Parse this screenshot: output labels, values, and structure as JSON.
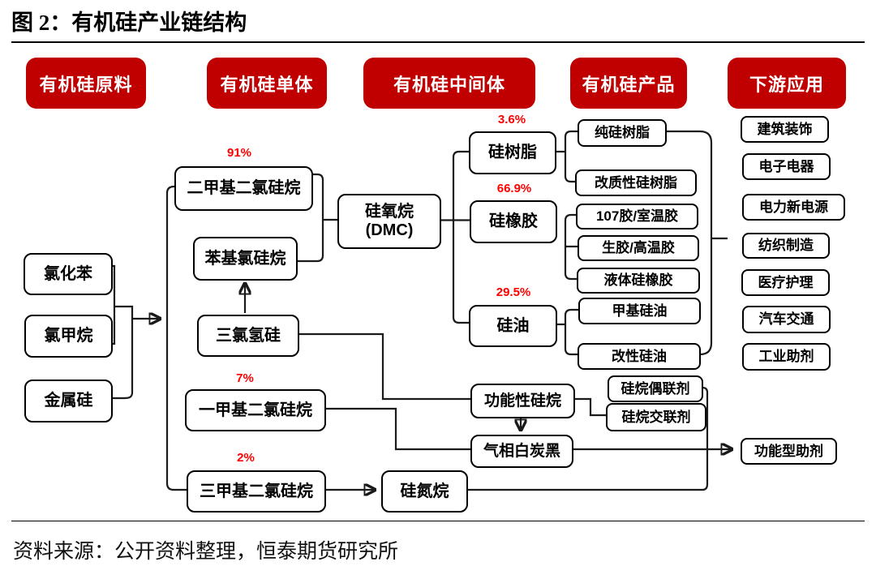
{
  "figure": {
    "title": "图 2：有机硅产业链结构",
    "source": "资料来源：公开资料整理，恒泰期货研究所"
  },
  "colors": {
    "header_bg": "#c00000",
    "percent_text": "#ff0000",
    "node_border": "#000000",
    "node_bg": "#ffffff"
  },
  "headers": [
    {
      "label": "有机硅原料"
    },
    {
      "label": "有机硅单体"
    },
    {
      "label": "有机硅中间体"
    },
    {
      "label": "有机硅产品"
    },
    {
      "label": "下游应用"
    }
  ],
  "nodes": {
    "chlorobenzene": {
      "label": "氯化苯"
    },
    "methyl_chloride": {
      "label": "氯甲烷"
    },
    "silicon_metal": {
      "label": "金属硅"
    },
    "dimethyl_dichlorosilane": {
      "label": "二甲基二氯硅烷",
      "share": "91%"
    },
    "phenyl_chlorosilane": {
      "label": "苯基氯硅烷"
    },
    "trichlorosilane": {
      "label": "三氯氢硅"
    },
    "monomethyl_dichlorosilane": {
      "label": "一甲基二氯硅烷",
      "share": "7%"
    },
    "trimethyl_dichlorosilane": {
      "label": "三甲基二氯硅烷",
      "share": "2%"
    },
    "siloxane_dmc": {
      "label_line1": "硅氧烷",
      "label_line2": "(DMC)"
    },
    "silicone_resin": {
      "label": "硅树脂",
      "share": "3.6%"
    },
    "silicone_rubber": {
      "label": "硅橡胶",
      "share": "66.9%"
    },
    "silicone_oil": {
      "label": "硅油",
      "share": "29.5%"
    },
    "functional_silane": {
      "label": "功能性硅烷"
    },
    "fumed_silica": {
      "label": "气相白炭黑"
    },
    "silazane": {
      "label": "硅氮烷"
    },
    "pure_silicone_resin": {
      "label": "纯硅树脂"
    },
    "modified_silicone_resin": {
      "label": "改质性硅树脂"
    },
    "glue_107_rtv": {
      "label": "107胶/室温胶"
    },
    "raw_gum_htv": {
      "label": "生胶/高温胶"
    },
    "liquid_silicone_rubber": {
      "label": "液体硅橡胶"
    },
    "methyl_silicone_oil": {
      "label": "甲基硅油"
    },
    "modified_silicone_oil": {
      "label": "改性硅油"
    },
    "silane_coupling_agent": {
      "label": "硅烷偶联剂"
    },
    "silane_crosslinking_agent": {
      "label": "硅烷交联剂"
    },
    "construction_decoration": {
      "label": "建筑装饰"
    },
    "electronics_appliances": {
      "label": "电子电器"
    },
    "power_new_energy": {
      "label": "电力新电源"
    },
    "textile_manufacturing": {
      "label": "纺织制造"
    },
    "medical_care": {
      "label": "医疗护理"
    },
    "automotive_transport": {
      "label": "汽车交通"
    },
    "industrial_additives": {
      "label": "工业助剂"
    },
    "functional_additives": {
      "label": "功能型助剂"
    }
  }
}
